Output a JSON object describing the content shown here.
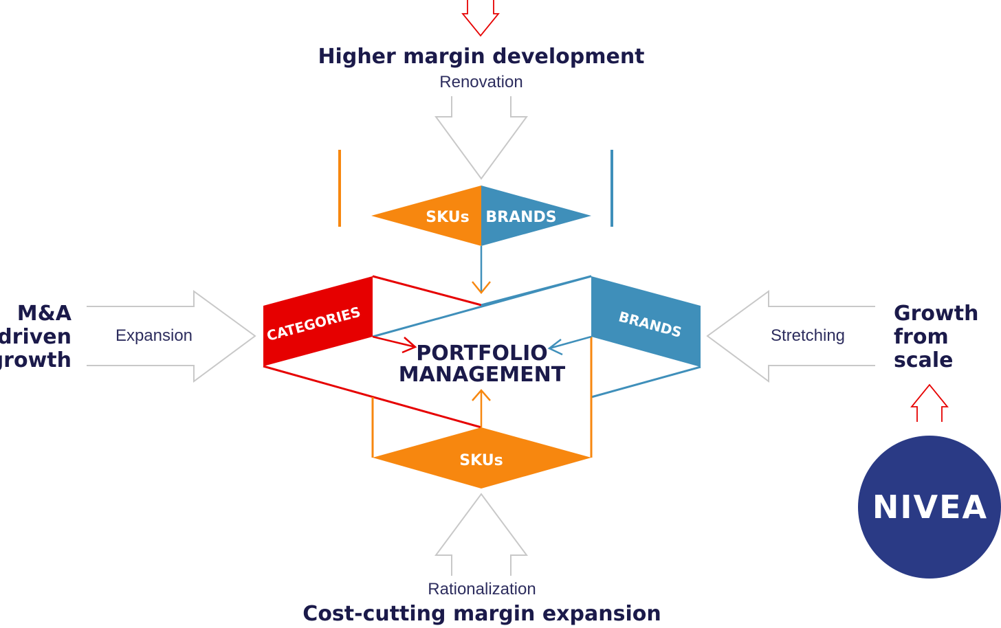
{
  "top": {
    "title": "Higher margin development",
    "subtitle": "Renovation"
  },
  "bottom": {
    "title": "Cost-cutting margin expansion",
    "subtitle": "Rationalization"
  },
  "left": {
    "title_lines": [
      "M&A",
      "driven",
      "growth"
    ],
    "arrow_label": "Expansion"
  },
  "right": {
    "title_lines": [
      "Growth",
      "from",
      "scale"
    ],
    "arrow_label": "Stretching"
  },
  "top_diamond": {
    "left_label": "SKUs",
    "right_label": "BRANDS"
  },
  "center": {
    "lines": [
      "PORTFOLIO",
      "MANAGEMENT"
    ]
  },
  "panels": {
    "categories": "CATEGORIES",
    "brands": "BRANDS",
    "skus": "SKUs"
  },
  "logo": {
    "text": "NIVEA"
  },
  "colors": {
    "navy": "#1b1a4a",
    "label": "#2d2d5e",
    "red": "#e60000",
    "orange": "#f7870f",
    "blue": "#3f8fba",
    "grey_arrow": "#c8c8c8",
    "nivea_blue": "#2a3a85"
  }
}
